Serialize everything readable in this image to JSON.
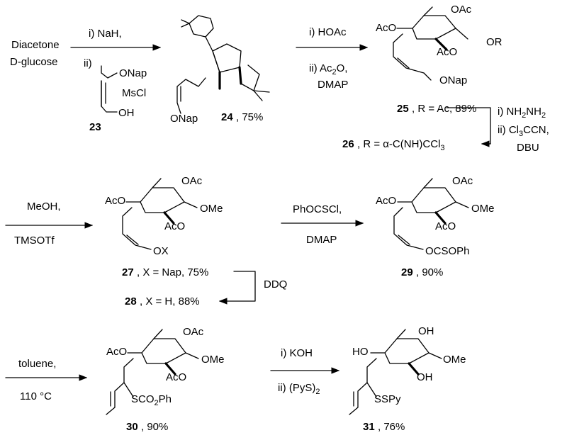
{
  "step1": {
    "start_1": "Diacetone",
    "start_2": "D-glucose",
    "r1": "i) NaH,",
    "r2": "ii)",
    "onap": "ONap",
    "mscl": "MsCl",
    "oh": "OH",
    "cmpd": "23"
  },
  "c24": {
    "onap": "ONap",
    "num": "24",
    "yield": ", 75%"
  },
  "step2": {
    "r1": "i) HOAc",
    "r2_pre": "ii) Ac",
    "r2_sub": "2",
    "r2_post": "O,",
    "r3": "DMAP"
  },
  "c25": {
    "oac_top": "OAc",
    "aco": "AcO",
    "aco2": "AcO",
    "or": "OR",
    "onap": "ONap",
    "num": "25",
    "label": ", R = Ac, 89%"
  },
  "step3": {
    "r1_pre": "i) NH",
    "r1_s1": "2",
    "r1_mid": "NH",
    "r1_s2": "2",
    "r2_pre": "ii) Cl",
    "r2_sub": "3",
    "r2_post": "CCN,",
    "r3": "DBU"
  },
  "c26": {
    "num": "26",
    "label_pre": ", R = α-C(NH)CCl",
    "label_sub": "3"
  },
  "step4": {
    "r1": "MeOH,",
    "r2": "TMSOTf"
  },
  "c27": {
    "oac_top": "OAc",
    "aco": "AcO",
    "aco2": "AcO",
    "ome": "OMe",
    "ox": "OX",
    "num": "27",
    "label": ", X = Nap, 75%"
  },
  "c28": {
    "num": "28",
    "label": ", X = H, 88%"
  },
  "step5": {
    "r1": "DDQ"
  },
  "step6": {
    "r1": "PhOCSCl,",
    "r2": "DMAP"
  },
  "c29": {
    "oac_top": "OAc",
    "aco": "AcO",
    "aco2": "AcO",
    "ome": "OMe",
    "ocsoph": "OCSOPh",
    "num": "29",
    "label": ", 90%"
  },
  "step7": {
    "r1": "toluene,",
    "r2": "110 °C"
  },
  "c30": {
    "oac_top": "OAc",
    "aco": "AcO",
    "aco2": "AcO",
    "ome": "OMe",
    "sco_pre": "SCO",
    "sco_sub": "2",
    "sco_post": "Ph",
    "num": "30",
    "label": ", 90%"
  },
  "step8": {
    "r1": "i) KOH",
    "r2_pre": "ii) (PyS)",
    "r2_sub": "2"
  },
  "c31": {
    "oh_top": "OH",
    "ho": "HO",
    "oh2": "OH",
    "ome": "OMe",
    "sspy": "SSPy",
    "num": "31",
    "label": ", 76%"
  }
}
